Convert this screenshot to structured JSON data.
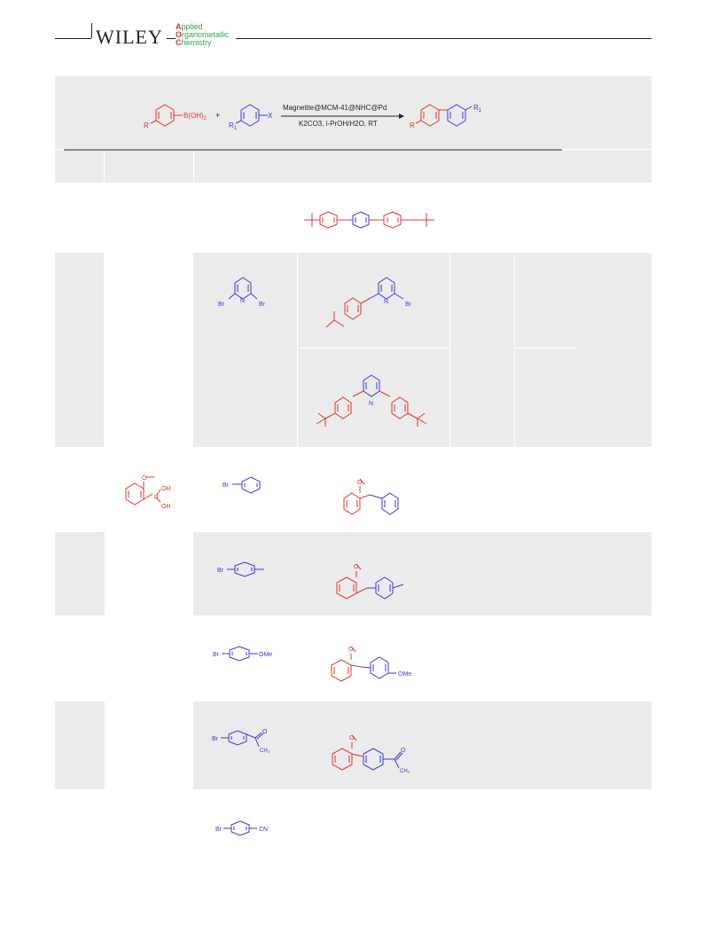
{
  "header": {
    "publisher": "WILEY",
    "journal_lines": [
      {
        "cap": "A",
        "rest": "pplied"
      },
      {
        "cap": "O",
        "rest": "rganometallic"
      },
      {
        "cap": "C",
        "rest": "hemistry"
      }
    ]
  },
  "scheme": {
    "reagent1": "B(OH)",
    "reagent1_sub": "2",
    "r_label": "R",
    "plus": "+",
    "r1_label": "R",
    "r1_sub": "1",
    "x_label": "X",
    "catalyst": "Magnetite@MCM-41@NHC@Pd",
    "conditions": "K2CO3, i-PrOH/H2O, RT",
    "product_r": "R",
    "product_r1": "R",
    "product_r1_sub": "1"
  },
  "structures": {
    "br": "Br",
    "n": "N",
    "oh": "OH",
    "ome": "OMe",
    "ch3": "CH",
    "ch3_sub": "3",
    "cn": "CN",
    "o": "O"
  },
  "colors": {
    "red": "#e0342c",
    "blue": "#3a3ad8",
    "green": "#3aa04a",
    "band": "#ebebeb"
  }
}
